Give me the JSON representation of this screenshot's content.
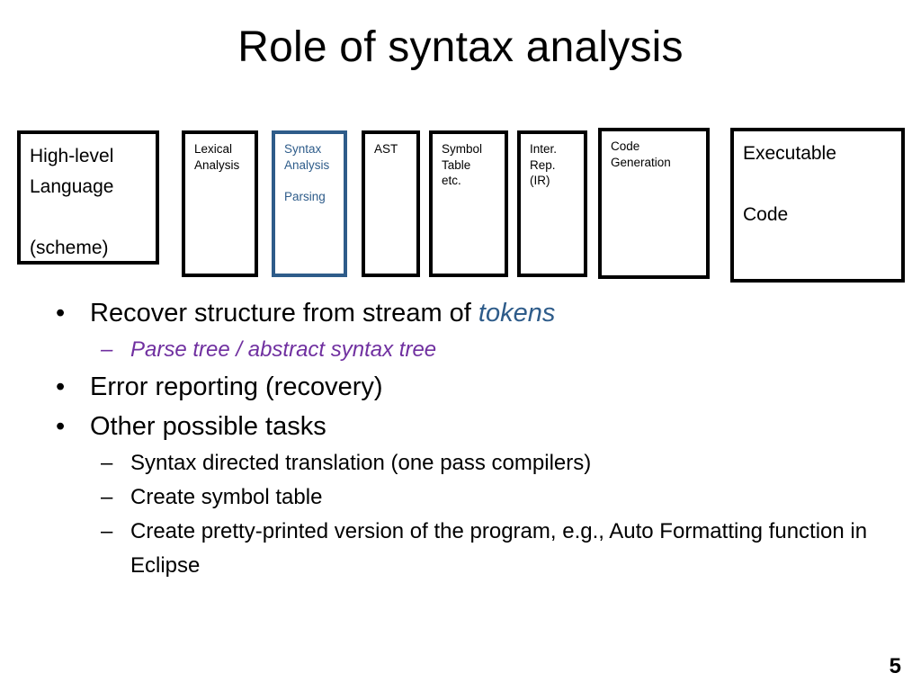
{
  "slide": {
    "title": "Role of syntax analysis",
    "page_number": "5"
  },
  "colors": {
    "accent_blue": "#2E5C8A",
    "accent_purple": "#7030A0",
    "box_border": "#000000",
    "background": "#ffffff",
    "text": "#000000"
  },
  "pipeline": {
    "boxes": [
      {
        "id": "high-level-language",
        "text": "High-level\nLanguage\n\n(scheme)",
        "size": "large",
        "accent": false
      },
      {
        "id": "lexical-analysis",
        "text": "Lexical\nAnalysis",
        "size": "small",
        "accent": false
      },
      {
        "id": "syntax-analysis",
        "text": "Syntax\nAnalysis\n\nParsing",
        "size": "small",
        "accent": true
      },
      {
        "id": "ast",
        "text": "AST",
        "size": "small",
        "accent": false
      },
      {
        "id": "symbol-table",
        "text": "Symbol\nTable\netc.",
        "size": "small",
        "accent": false
      },
      {
        "id": "intermediate-representation",
        "text": "Inter.\nRep.\n(IR)",
        "size": "small",
        "accent": false
      },
      {
        "id": "code-generation",
        "text": "Code\nGeneration",
        "size": "small",
        "accent": false
      },
      {
        "id": "executable-code",
        "text": "Executable\n\nCode",
        "size": "large",
        "accent": false
      }
    ]
  },
  "bullets": {
    "marker_level1": "•",
    "marker_level2": "–",
    "items": [
      {
        "level": 1,
        "text_plain": "Recover structure from stream of ",
        "text_emphasis": "tokens",
        "emphasis_style": "blue-italic"
      },
      {
        "level": 2,
        "text_plain": "Parse tree / abstract syntax tree",
        "style": "purple-italic"
      },
      {
        "level": 1,
        "text_plain": "Error reporting (recovery)"
      },
      {
        "level": 1,
        "text_plain": "Other possible tasks"
      },
      {
        "level": 2,
        "text_plain": "Syntax directed translation (one pass compilers)"
      },
      {
        "level": 2,
        "text_plain": "Create symbol table"
      },
      {
        "level": 2,
        "text_plain": "Create pretty-printed version of the program, e.g., Auto Formatting function in Eclipse"
      }
    ]
  }
}
